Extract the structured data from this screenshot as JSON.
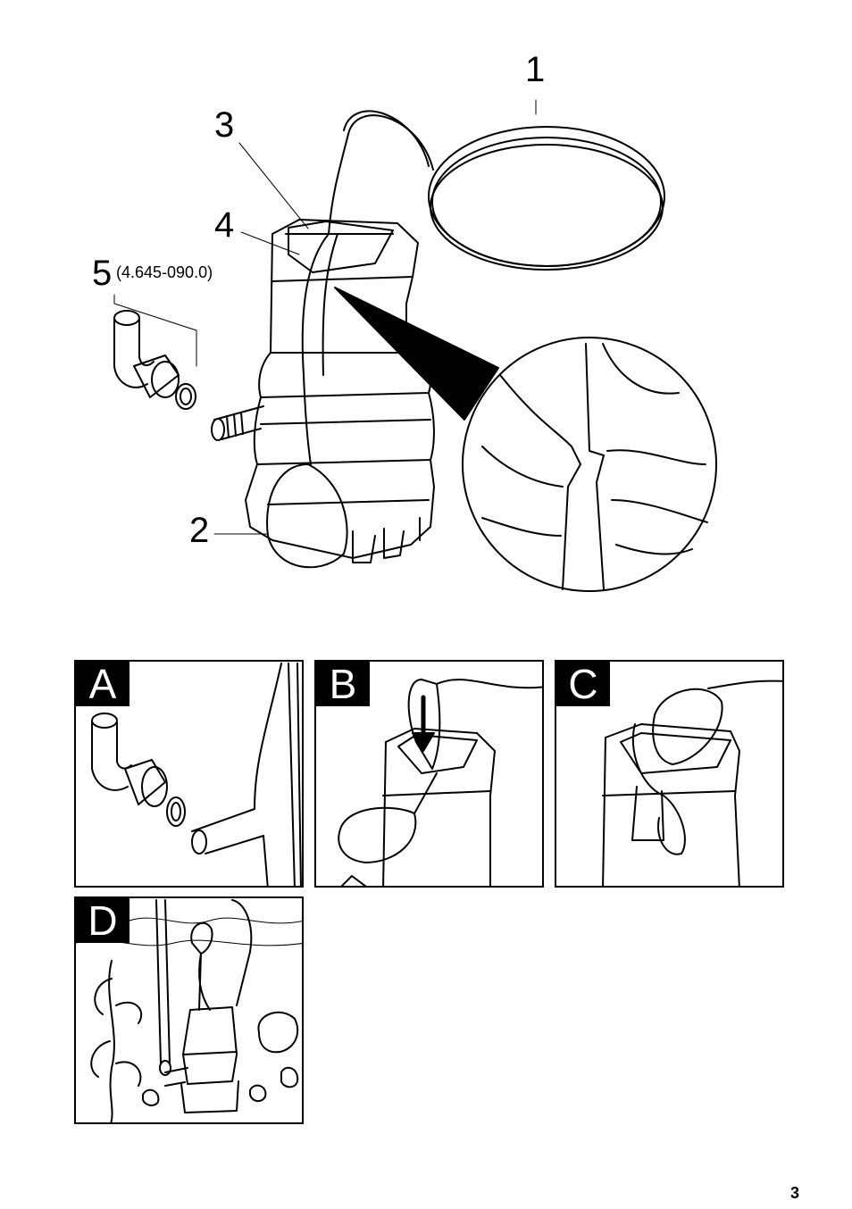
{
  "callouts": {
    "c1": "1",
    "c2": "2",
    "c3": "3",
    "c4": "4",
    "c5": "5"
  },
  "accessory_part_number": "(4.645-090.0)",
  "panels": {
    "a": "A",
    "b": "B",
    "c": "C",
    "d": "D"
  },
  "page_number": "3"
}
